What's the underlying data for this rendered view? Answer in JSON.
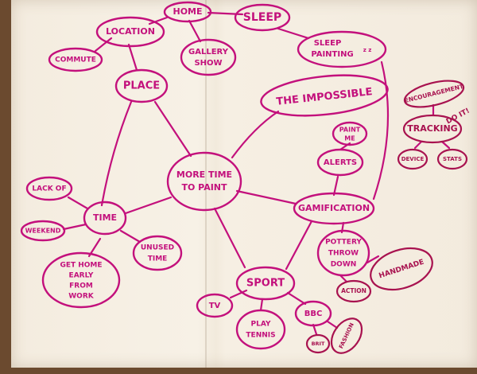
{
  "colors": {
    "ink": "#c3107c",
    "ink_dark": "#a8124f",
    "paper": "#f5eee2",
    "desk": "#6b4a2f"
  },
  "nodes": {
    "center": "MORE TIME TO PAINT",
    "center_l1": "MORE TIME",
    "center_l2": "TO PAINT",
    "home": "HOME",
    "location": "LOCATION",
    "commute": "COMMUTE",
    "gallery_l1": "GALLERY",
    "gallery_l2": "SHOW",
    "sleep": "SLEEP",
    "sleep_painting_l1": "SLEEP",
    "sleep_painting_l2": "PAINTING",
    "sleep_painting_zz": "z z",
    "place": "PLACE",
    "impossible": "THE IMPOSSIBLE",
    "encouragement": "ENCOURAGEMENT",
    "do_it": "DO IT!",
    "tracking": "TRACKING",
    "device": "DEVICE",
    "stats": "STATS",
    "paint_me_l1": "PAINT",
    "paint_me_l2": "ME",
    "alerts": "ALERTS",
    "gamification": "GAMIFICATION",
    "lack_of": "LACK OF",
    "time": "TIME",
    "weekend": "WEEKEND",
    "unused_l1": "UNUSED",
    "unused_l2": "TIME",
    "get_home_l1": "GET HOME",
    "get_home_l2": "EARLY",
    "get_home_l3": "FROM",
    "get_home_l4": "WORK",
    "pottery_l1": "POTTERY",
    "pottery_l2": "THROW",
    "pottery_l3": "DOWN",
    "action": "ACTION",
    "handmade": "HANDMADE",
    "sport": "SPORT",
    "tv": "TV",
    "play_tennis_l1": "PLAY",
    "play_tennis_l2": "TENNIS",
    "bbc": "BBC",
    "brit": "BRIT",
    "fashion": "FASHION"
  }
}
